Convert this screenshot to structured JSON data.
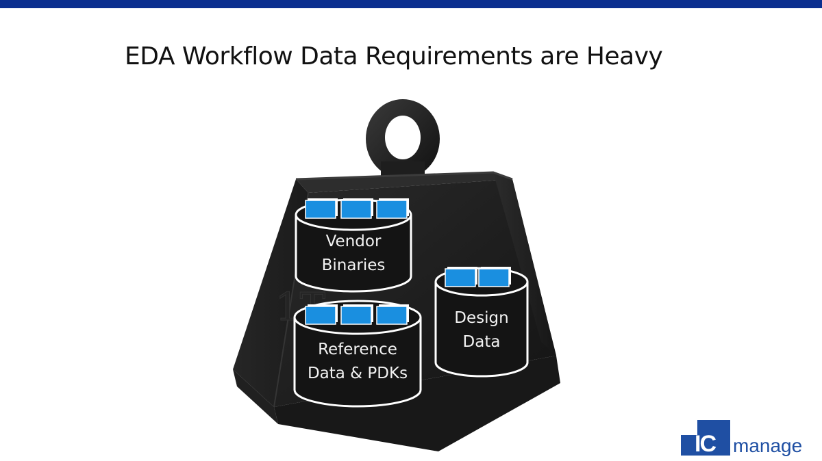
{
  "slide": {
    "title": "EDA Workflow Data Requirements are Heavy"
  },
  "diagram": {
    "weight_mark": "1T",
    "cylinders": [
      {
        "line1": "Vendor",
        "line2": "Binaries"
      },
      {
        "line1": "Reference",
        "line2": "Data & PDKs"
      },
      {
        "line1": "Design",
        "line2": "Data"
      }
    ]
  },
  "logo": {
    "mark": "IC",
    "word": "manage"
  },
  "colors": {
    "top_bar": "#0b2f8f",
    "weight": "#1a1a1a",
    "file_icon": "#1a8fe0",
    "logo_blue": "#1f4fa3"
  }
}
